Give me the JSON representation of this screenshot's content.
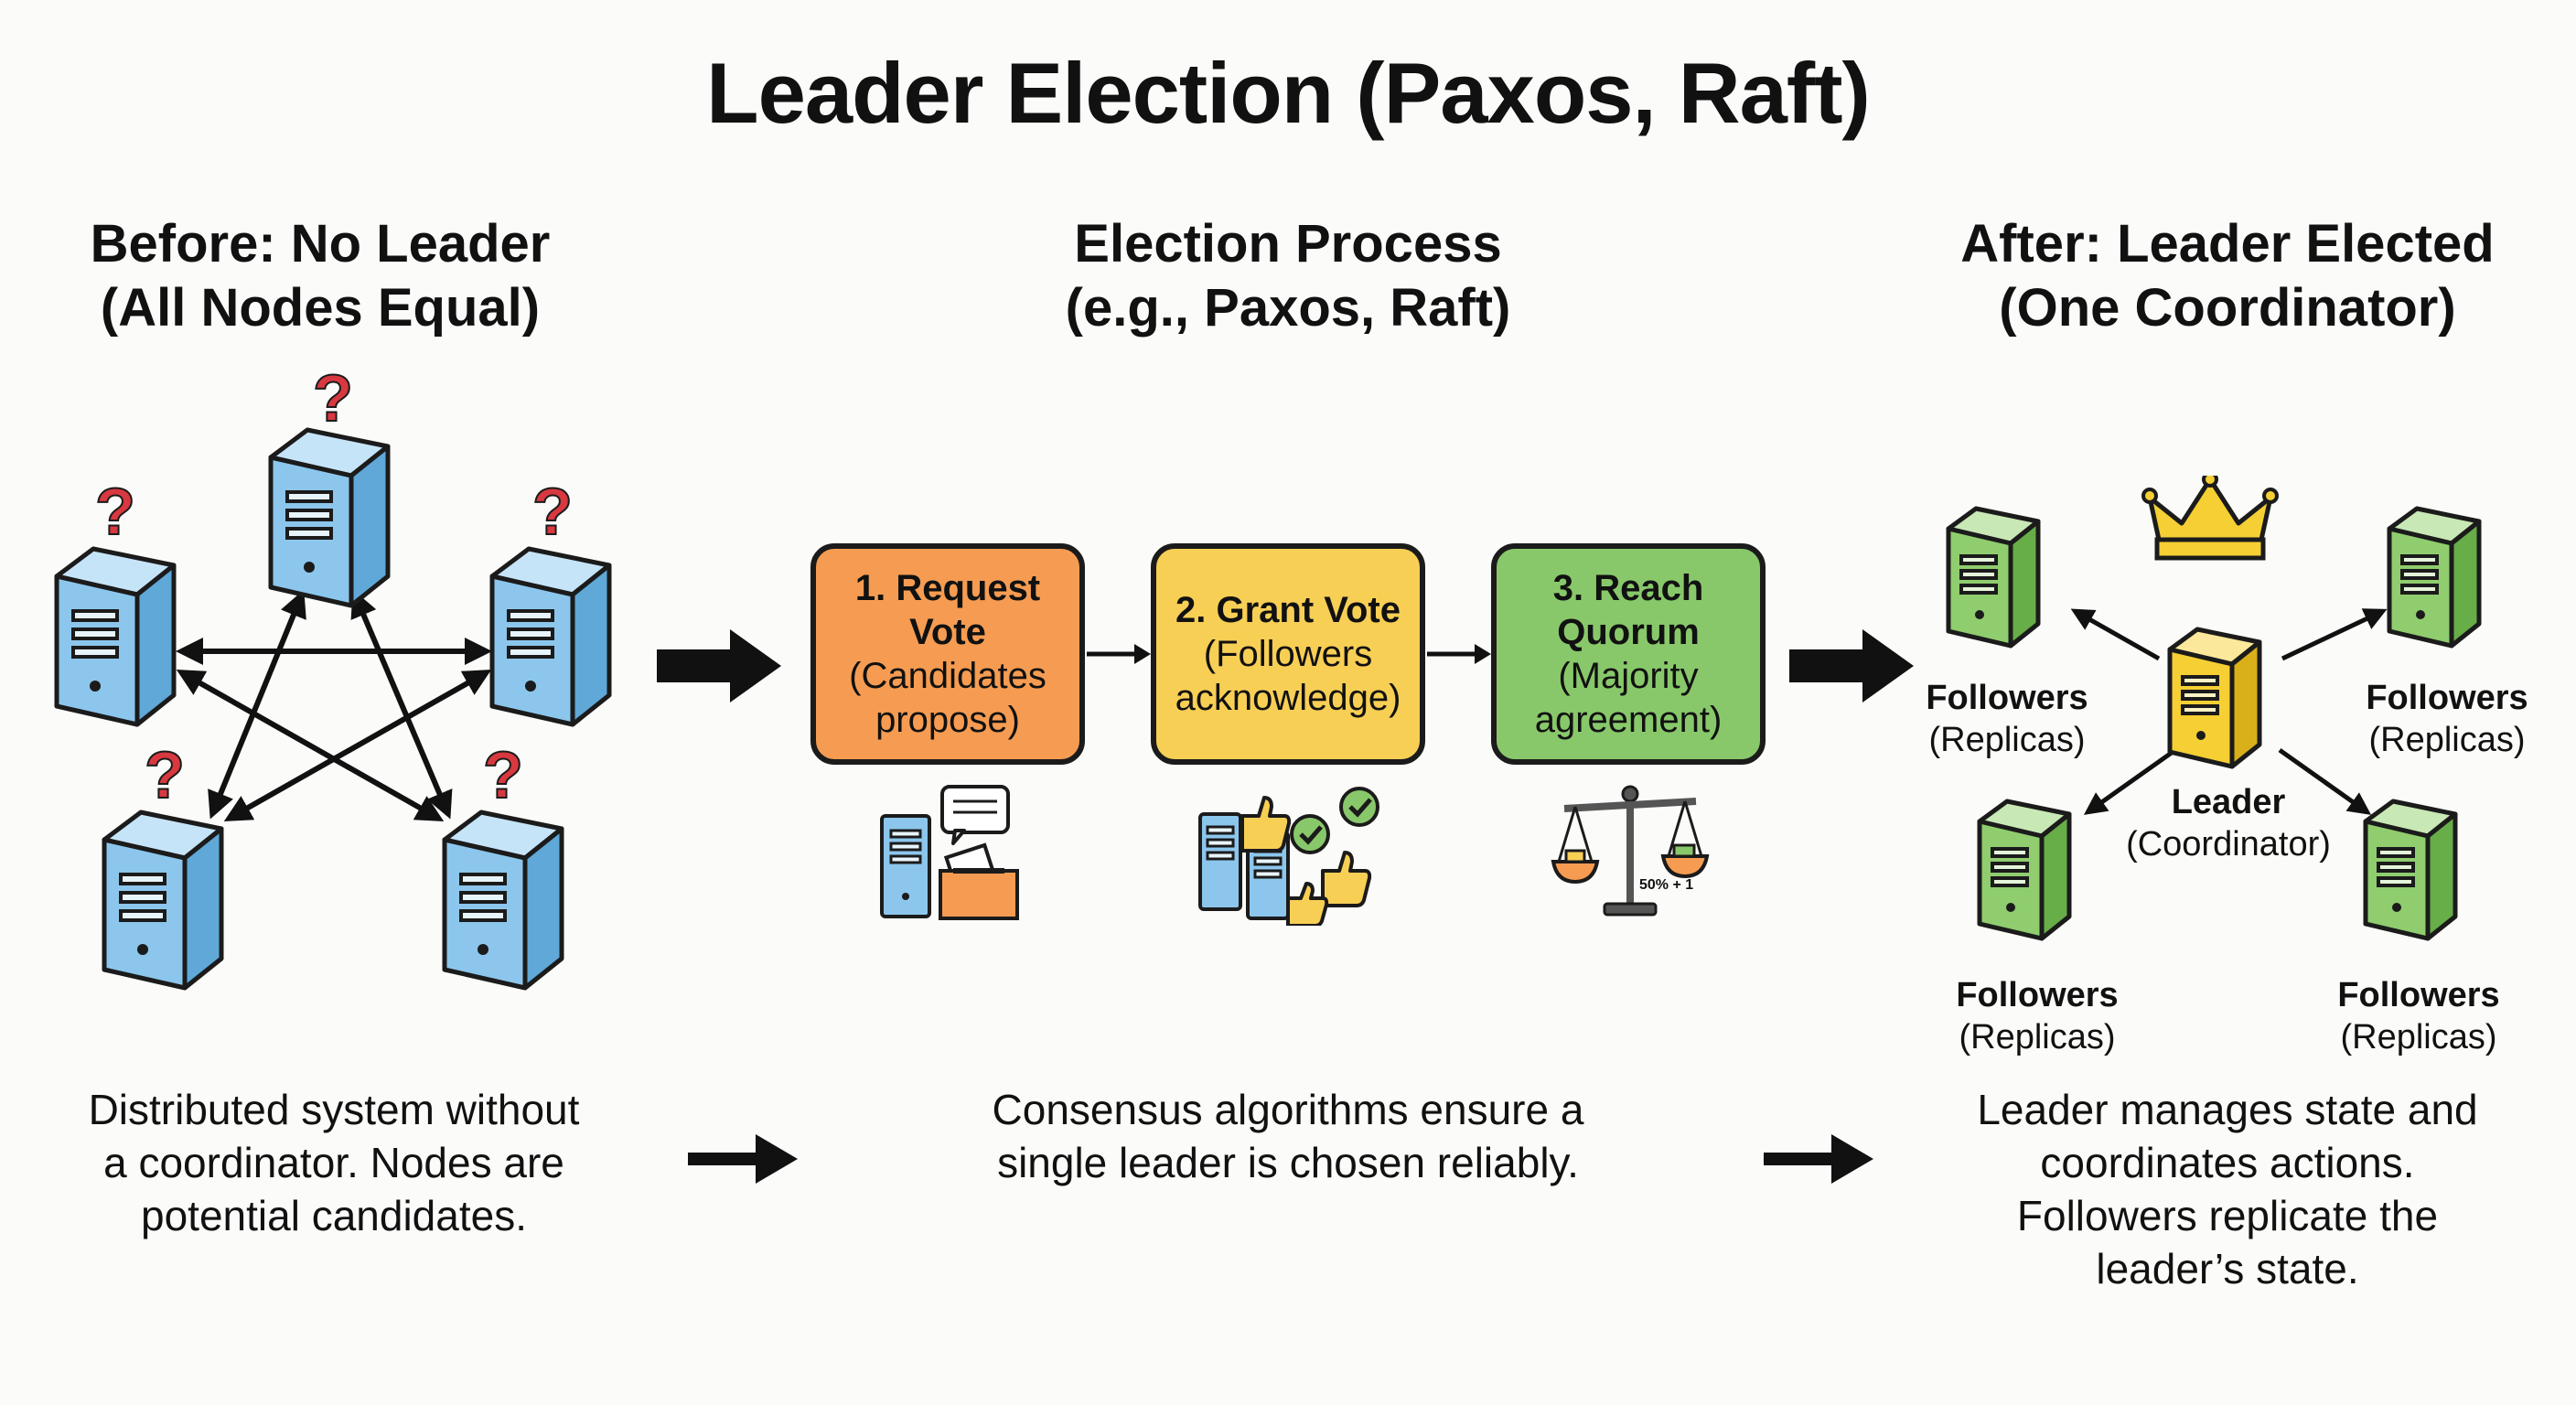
{
  "title": "Leader Election (Paxos, Raft)",
  "columns": {
    "before": {
      "heading_line1": "Before: No Leader",
      "heading_line2": "(All Nodes Equal)",
      "question_mark": "?",
      "description": [
        "Distributed system without",
        "a coordinator. Nodes are",
        "potential candidates."
      ]
    },
    "process": {
      "heading_line1": "Election Process",
      "heading_line2": "(e.g., Paxos, Raft)",
      "steps": [
        {
          "title_lines": [
            "1. Request",
            "Vote"
          ],
          "sub_lines": [
            "(Candidates",
            "propose)"
          ],
          "color": "#f59c52"
        },
        {
          "title_lines": [
            "2. Grant Vote"
          ],
          "sub_lines": [
            "(Followers",
            "acknowledge)"
          ],
          "color": "#f8cf55"
        },
        {
          "title_lines": [
            "3. Reach",
            "Quorum"
          ],
          "sub_lines": [
            "(Majority",
            "agreement)"
          ],
          "color": "#88c86a"
        }
      ],
      "quorum_label": "50% + 1",
      "description": [
        "Consensus algorithms ensure a",
        "single leader is chosen reliably."
      ]
    },
    "after": {
      "heading_line1": "After: Leader Elected",
      "heading_line2": "(One Coordinator)",
      "leader": {
        "title": "Leader",
        "sub": "(Coordinator)"
      },
      "followers": [
        {
          "title": "Followers",
          "sub": "(Replicas)"
        },
        {
          "title": "Followers",
          "sub": "(Replicas)"
        },
        {
          "title": "Followers",
          "sub": "(Replicas)"
        },
        {
          "title": "Followers",
          "sub": "(Replicas)"
        }
      ],
      "description": [
        "Leader manages state and",
        "coordinates actions.",
        "Followers replicate the",
        "leader’s state."
      ]
    }
  },
  "colors": {
    "server_blue": "#8cc6ec",
    "server_green": "#8fcd6e",
    "server_gold": "#f5cf33",
    "question_red": "#d8383f",
    "outline": "#1b1b1b"
  }
}
